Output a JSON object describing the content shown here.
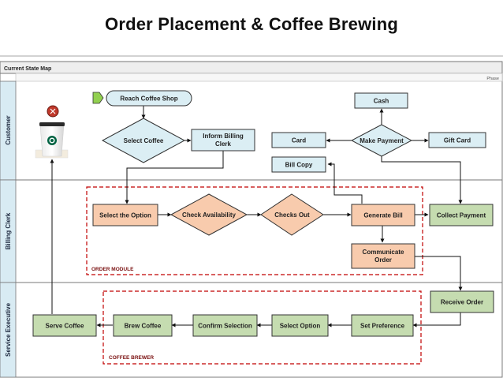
{
  "title": "Order Placement & Coffee Brewing",
  "map_title": "Current State Map",
  "phase_label": "Phase",
  "lanes": {
    "customer": "Customer",
    "billing": "Billing Clerk",
    "service": "Service Executive"
  },
  "modules": {
    "order": "ORDER MODULE",
    "brewer": "COFFEE BREWER"
  },
  "nodes": {
    "reach": "Reach Coffee Shop",
    "select_coffee": "Select Coffee",
    "inform_1": "Inform Billing",
    "inform_2": "Clerk",
    "cash": "Cash",
    "card": "Card",
    "make_payment": "Make Payment",
    "gift_card": "Gift Card",
    "bill_copy": "Bill Copy",
    "select_option_b": "Select the Option",
    "check_avail": "Check Availability",
    "checks_out": "Checks Out",
    "generate_bill": "Generate Bill",
    "collect_payment": "Collect Payment",
    "communicate_1": "Communicate",
    "communicate_2": "Order",
    "receive_order": "Receive Order",
    "set_pref": "Set Preference",
    "select_option_s": "Select Option",
    "confirm_sel": "Confirm Selection",
    "brew_coffee": "Brew Coffee",
    "serve_coffee": "Serve Coffee"
  },
  "colors": {
    "lane_header": "#d8ebf3",
    "blue_fill": "#dbeef4",
    "orange_fill": "#f8cbad",
    "green_fill": "#c5dcb0",
    "module_dash": "#c00000",
    "start_marker": "#92d050"
  }
}
